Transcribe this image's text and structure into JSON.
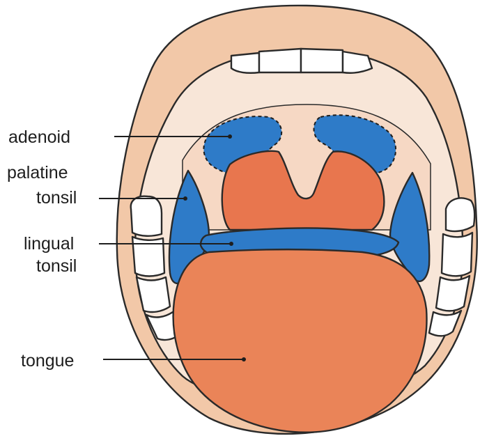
{
  "labels": {
    "adenoid": "adenoid",
    "palatine_1": "palatine",
    "palatine_2": "tonsil",
    "lingual_1": "lingual",
    "lingual_2": "tonsil",
    "tongue": "tongue"
  },
  "colors": {
    "lip": "#f2c8a8",
    "mouth_interior": "#f8e6d8",
    "tonsil_blue": "#2e7bc8",
    "uvula_throat": "#e8764e",
    "tongue": "#ea8458",
    "teeth": "#ffffff",
    "outline": "#2a2a2a"
  }
}
